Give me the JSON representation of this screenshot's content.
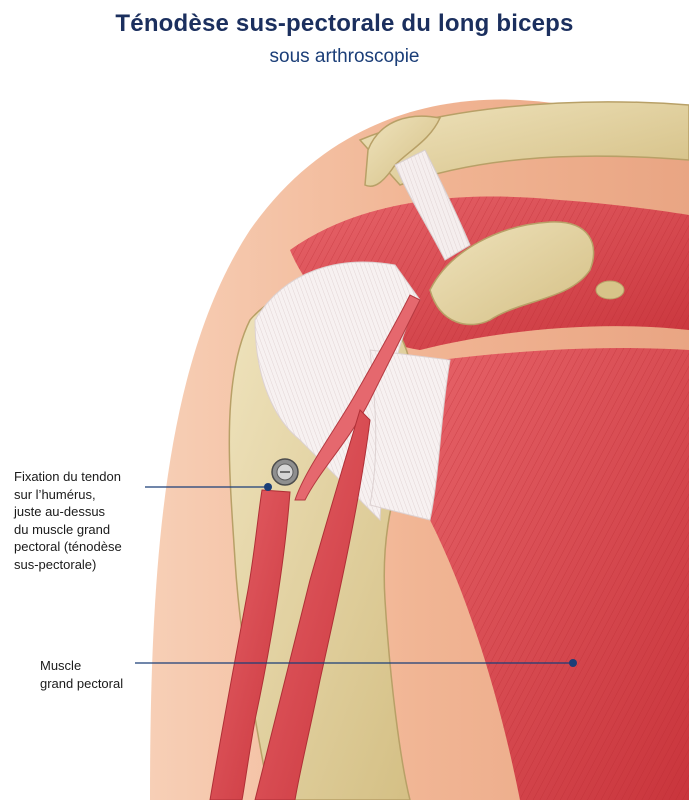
{
  "header": {
    "title": "Ténodèse sus-pectorale du long biceps",
    "subtitle": "sous arthroscopie"
  },
  "annotations": {
    "fixation": {
      "lines": [
        "Fixation du tendon",
        "sur l’humérus,",
        "juste au-dessus",
        "du muscle grand",
        "pectoral (ténodèse",
        "sus-pectorale)"
      ]
    },
    "pectoral": {
      "lines": [
        "Muscle",
        "grand pectoral"
      ]
    }
  },
  "colors": {
    "title": "#1b2f5e",
    "leader": "#1b3e78",
    "skin": "#f4b99a",
    "bone": "#e3d3a0",
    "muscle": "#d9484e",
    "tendon": "#f3ecec"
  }
}
